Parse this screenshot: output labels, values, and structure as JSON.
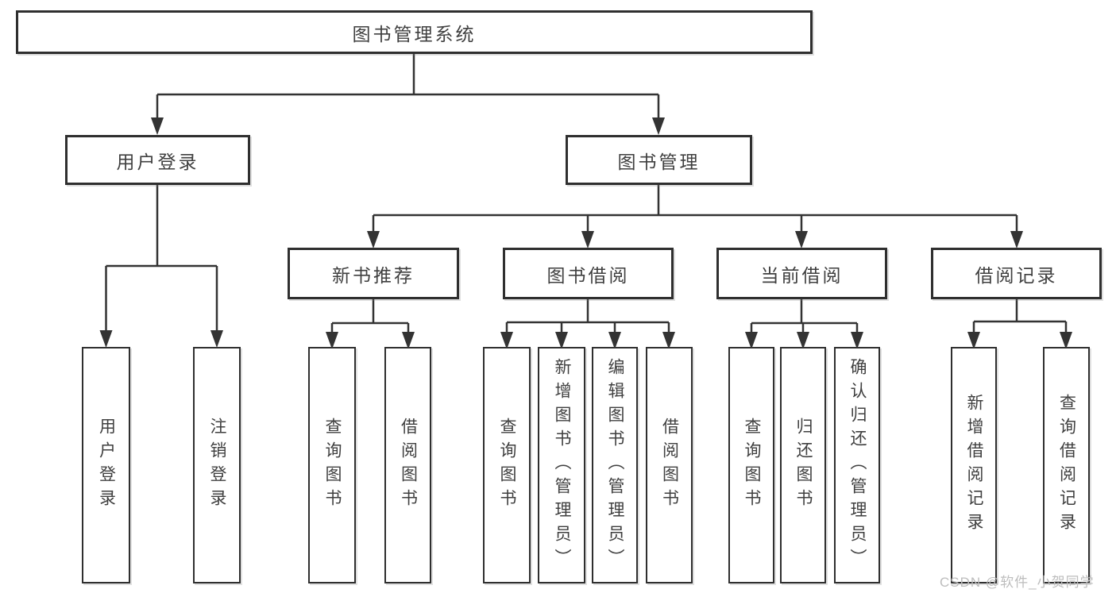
{
  "tree": {
    "root": {
      "label": "图书管理系统"
    },
    "branches": [
      {
        "label": "用户登录",
        "leaves": [
          "用户登录",
          "注销登录"
        ]
      },
      {
        "label": "图书管理",
        "sections": [
          {
            "label": "新书推荐",
            "leaves": [
              "查询图书",
              "借阅图书"
            ]
          },
          {
            "label": "图书借阅",
            "leaves": [
              "查询图书",
              "新增图书（管理员）",
              "编辑图书（管理员）",
              "借阅图书"
            ]
          },
          {
            "label": "当前借阅",
            "leaves": [
              "查询图书",
              "归还图书",
              "确认归还（管理员）"
            ]
          },
          {
            "label": "借阅记录",
            "leaves": [
              "新增借阅记录",
              "查询借阅记录"
            ]
          }
        ]
      }
    ]
  },
  "watermark": "CSDN @软件_小贺同学",
  "colors": {
    "line": "#333333",
    "box_border": "#2f2f2f",
    "text": "#3f3f3f",
    "watermark": "#bdbdbd",
    "background": "#ffffff"
  }
}
